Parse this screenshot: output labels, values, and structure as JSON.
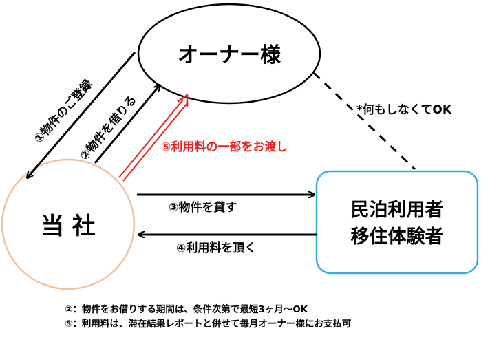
{
  "nodes": {
    "owner": {
      "label": "オーナー様"
    },
    "company": {
      "label": "当 社"
    },
    "users": {
      "line1": "民泊利用者",
      "line2": "移住体験者"
    }
  },
  "edges": {
    "register": "①物件のご登録",
    "borrow": "②物件を借りる",
    "lend": "③物件を貸す",
    "receive_fee": "④利用料を頂く",
    "pass_fee": "⑤利用料の一部をお渡し",
    "nothing_needed": "*何もしなくてOK"
  },
  "notes": {
    "line1": "②：物件をお借りする期間は、条件次第で最短3ヶ月〜OK",
    "line2": "⑤：利用料は、滞在結果レポートと併せて毎月オーナー様にお支払可"
  },
  "colors": {
    "black": "#000000",
    "red": "#e8231f",
    "company_border": "#f3c29c",
    "users_border": "#35aedb"
  }
}
